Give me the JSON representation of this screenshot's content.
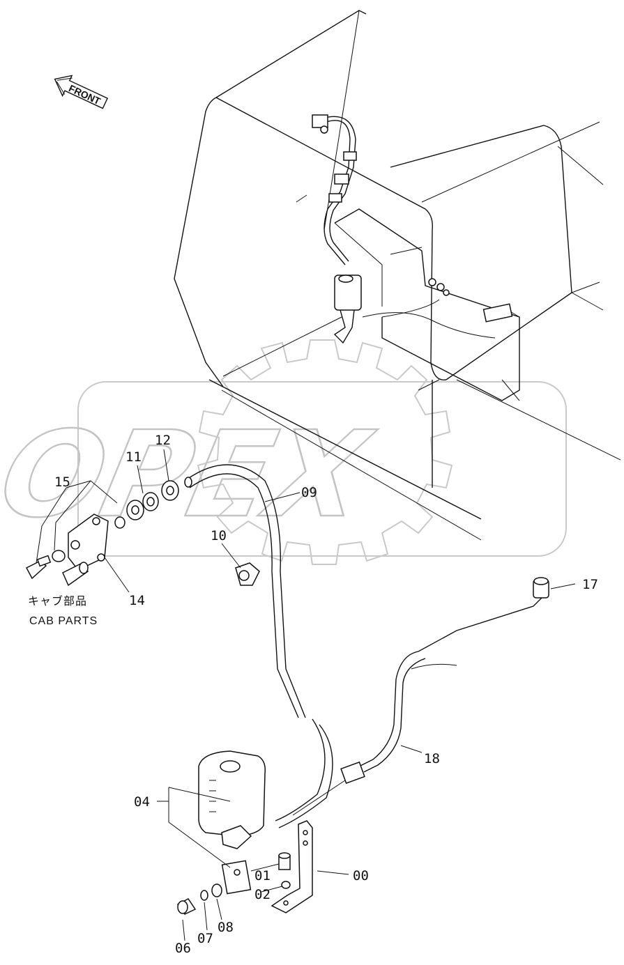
{
  "direction_arrow": {
    "label": "FRONT",
    "icon": "front-arrow-icon"
  },
  "watermark": {
    "text": "OPEX",
    "icon": "gear-watermark-icon"
  },
  "cab_note": {
    "japanese": "キャブ部品",
    "english": "CAB PARTS"
  },
  "callouts": [
    {
      "id": "00",
      "text": "00"
    },
    {
      "id": "01",
      "text": "01"
    },
    {
      "id": "02",
      "text": "02"
    },
    {
      "id": "04",
      "text": "04"
    },
    {
      "id": "06",
      "text": "06"
    },
    {
      "id": "07",
      "text": "07"
    },
    {
      "id": "08",
      "text": "08"
    },
    {
      "id": "09",
      "text": "09"
    },
    {
      "id": "10",
      "text": "10"
    },
    {
      "id": "11",
      "text": "11"
    },
    {
      "id": "12",
      "text": "12"
    },
    {
      "id": "14",
      "text": "14"
    },
    {
      "id": "15",
      "text": "15"
    },
    {
      "id": "17",
      "text": "17"
    },
    {
      "id": "18",
      "text": "18"
    }
  ]
}
